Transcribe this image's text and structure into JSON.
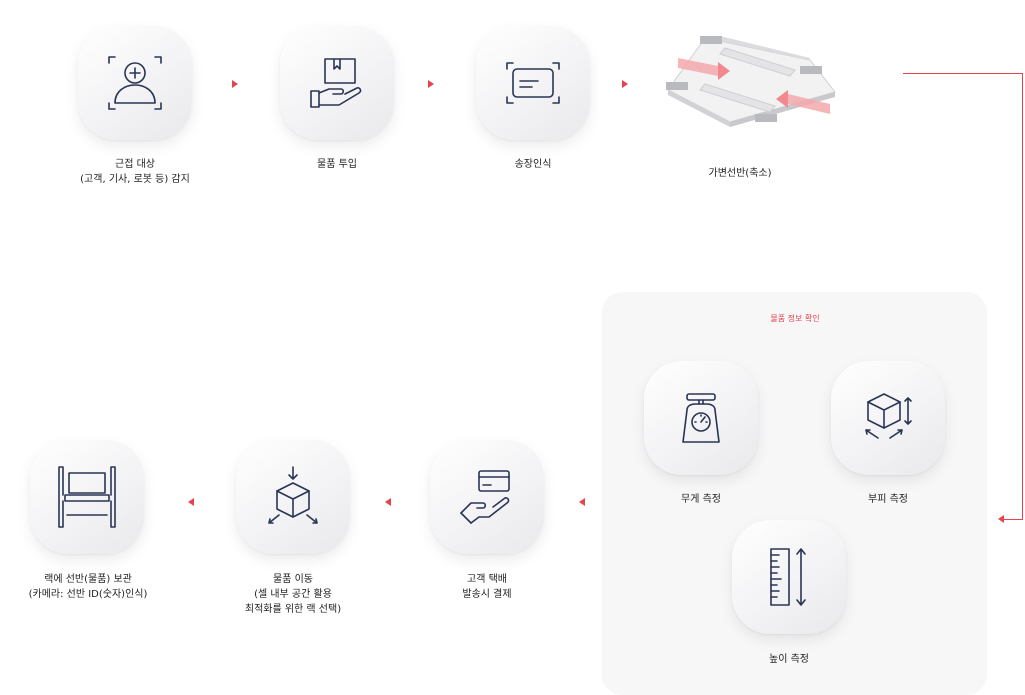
{
  "colors": {
    "accent": "#e8424f",
    "icon": "#2a3555",
    "panel": "#f7f7f8"
  },
  "steps": [
    {
      "icon": "person-detect-icon",
      "line1": "근접 대상",
      "line2": "(고객, 기사, 로봇 등) 감지"
    },
    {
      "icon": "hand-package-icon",
      "line1": "물품 투입"
    },
    {
      "icon": "label-scan-icon",
      "line1": "송장인식"
    },
    {
      "icon": "variable-shelf-image",
      "line1": "가변선반(축소)"
    },
    {
      "icon": "hand-card-icon",
      "line1": "고객 택배",
      "line2": "발송시 결제"
    },
    {
      "icon": "box-move-icon",
      "line1": "물품 이동",
      "line2": "(셀 내부 공간 활용",
      "line3": "최적화를 위한 랙 선택)"
    },
    {
      "icon": "rack-icon",
      "line1": "랙에 선반(물품) 보관",
      "line2": "(카메라: 선반 ID(숫자)인식)"
    }
  ],
  "info_panel": {
    "title": "물품 정보 확인",
    "items": [
      {
        "icon": "scale-icon",
        "label": "무게 측정"
      },
      {
        "icon": "volume-cube-icon",
        "label": "부피 측정"
      },
      {
        "icon": "ruler-icon",
        "label": "높이 측정"
      }
    ]
  }
}
